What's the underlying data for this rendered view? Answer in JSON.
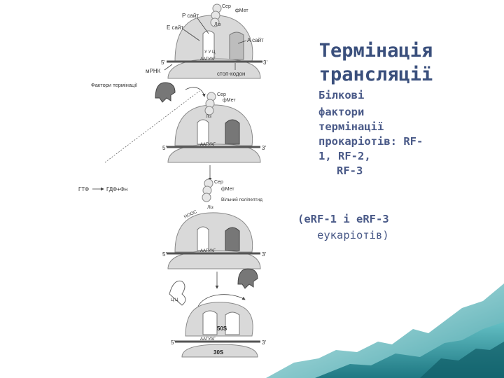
{
  "slide": {
    "title_line1": "Термінація",
    "title_line2": "трансляції",
    "body": {
      "line1": "Білкові",
      "line2": "фактори",
      "line3": "термінації",
      "line4": "прокаріотів: RF-",
      "line5": "1, RF-2,",
      "line6": "RF-3",
      "line7": "(eRF-1 і eRF-3",
      "line8": "еукаріотів)"
    }
  },
  "figure": {
    "labels": {
      "ser_1": "Сер",
      "fmet_1": "фМет",
      "p_site": "P сайт",
      "e_site": "E сайт",
      "lys_1": "Ліз",
      "a_site": "A сайт",
      "five_1": "5'",
      "three_1": "3'",
      "mrna": "мРНК",
      "stop_codon": "стоп-кодон",
      "release_factors": "Фактори термінації",
      "ser_2": "Сер",
      "fmet_2": "фМет",
      "lys_2": "Ліз",
      "five_2": "5'",
      "three_2": "3'",
      "gtp": "ГТФ",
      "gdp": "ГДФ+Фн",
      "ser_3": "Сер",
      "fmet_3": "фМет",
      "free_polypeptide": "Вільний поліпептид",
      "cooh": "НООС",
      "lys_3": "Ліз",
      "five_3": "5'",
      "three_3": "3'",
      "five_4": "5'",
      "three_4": "3'",
      "s50": "50S",
      "s30": "30S",
      "codons": "ААГУАГ",
      "anticodon": "У У Ц",
      "trna_loop": "Ц Ц"
    },
    "colors": {
      "ribosome_fill": "#d9d9d9",
      "ribosome_stroke": "#8a8a8a",
      "factor_fill": "#777777",
      "background_sea": "#2b8f9a",
      "background_mountain": "#9bd3d6"
    }
  }
}
